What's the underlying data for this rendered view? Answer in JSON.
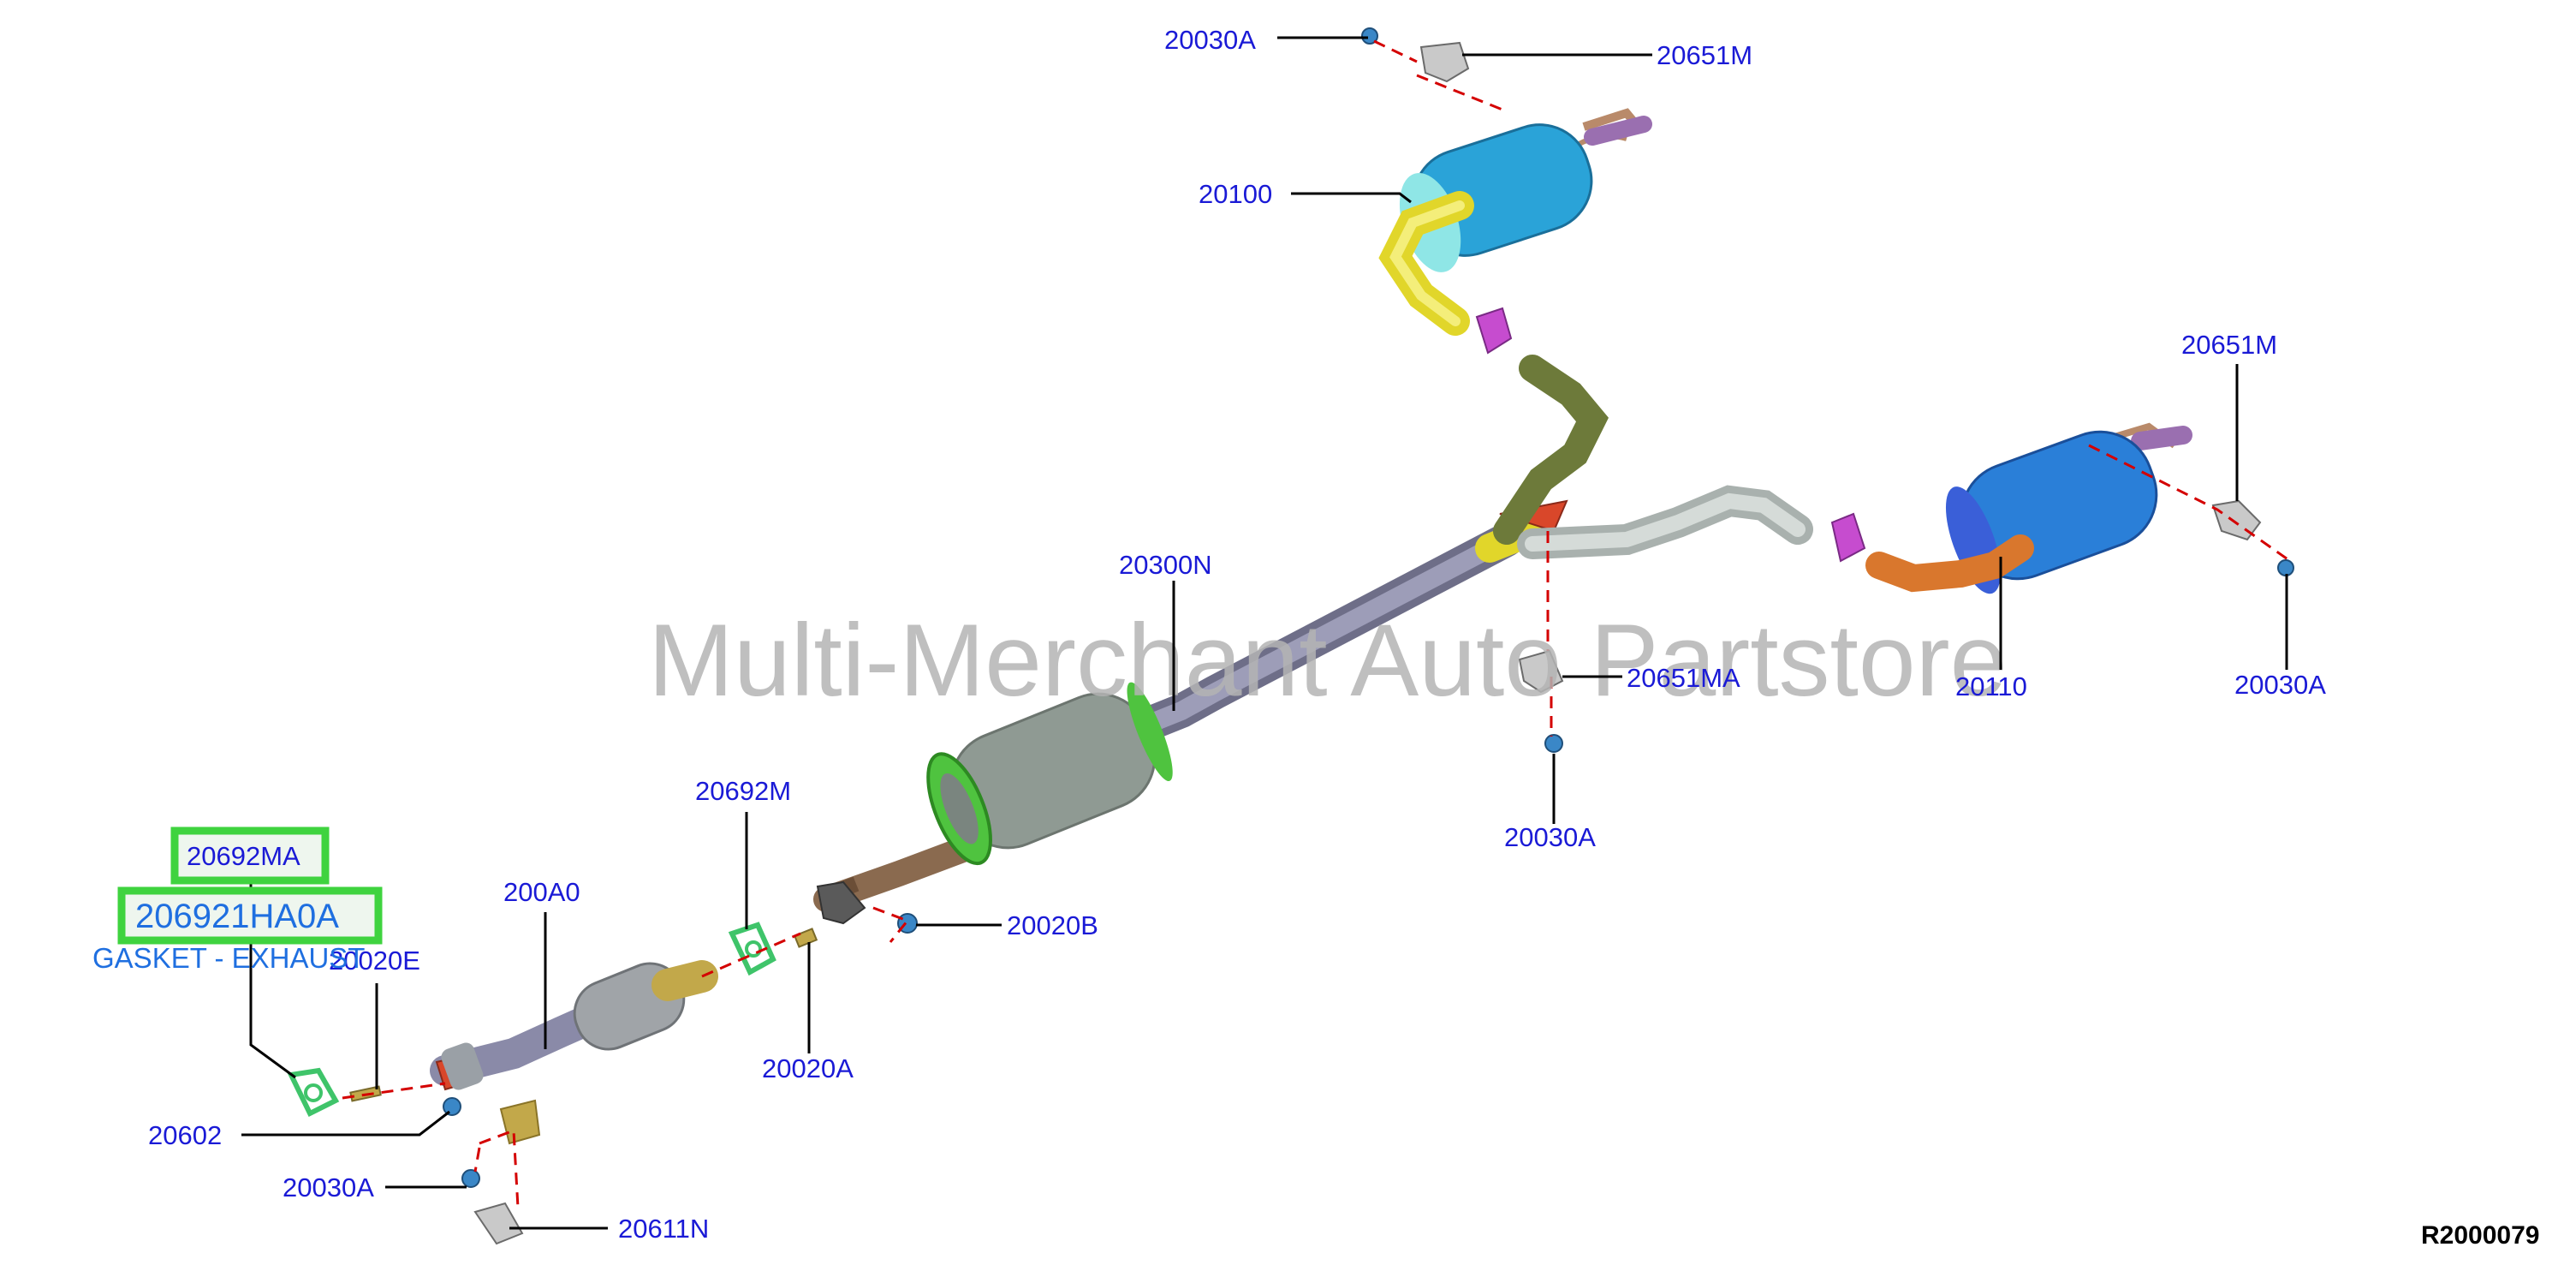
{
  "watermark": "Multi-Merchant Auto Partstore",
  "reference_code": "R2000079",
  "highlight": {
    "part_label": "20692MA",
    "part_number": "206921HA0A",
    "description": "GASKET - EXHAUST"
  },
  "callouts": {
    "c_20030A_top": "20030A",
    "c_20651M_top": "20651M",
    "c_20100": "20100",
    "c_20651M_right": "20651M",
    "c_20300N": "20300N",
    "c_20651MA": "20651MA",
    "c_20110": "20110",
    "c_20030A_right": "20030A",
    "c_20030A_mid": "20030A",
    "c_20692M": "20692M",
    "c_200A0": "200A0",
    "c_20020E": "20020E",
    "c_20020B": "20020B",
    "c_20020A": "20020A",
    "c_20602": "20602",
    "c_20030A_bottom": "20030A",
    "c_20611N": "20611N"
  },
  "colors": {
    "label": "#1a1ad6",
    "highlight_border": "#3fd33f",
    "muffler": "#2aa3d8",
    "front_tube": "#8a8aa8",
    "center_muffler": "#8f9a93",
    "yellow_pipe": "#e1d62a",
    "olive_pipe": "#6d7a3a",
    "silver_pipe": "#c4cbc8",
    "orange_pipe": "#d9772d",
    "clamp_magenta": "#c64ccf",
    "gasket_green": "#3fc46a"
  }
}
